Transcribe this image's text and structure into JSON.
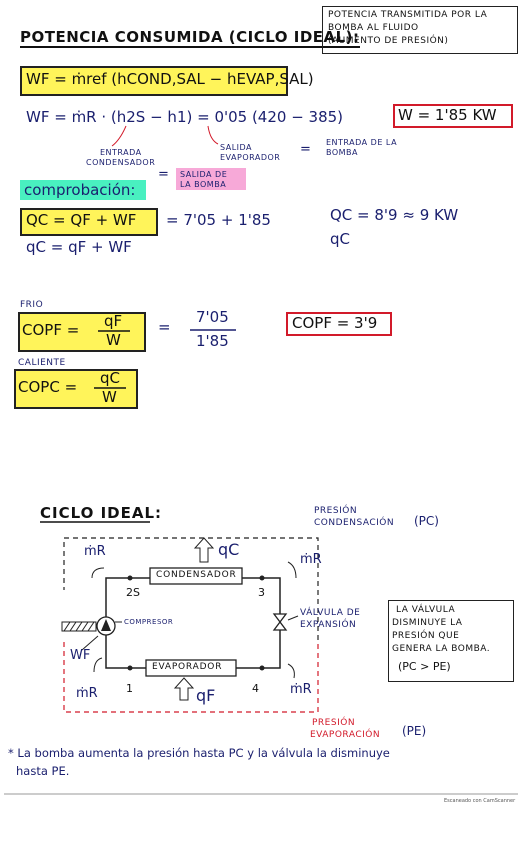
{
  "header": {
    "title": "POTENCIA CONSUMIDA (CICLO IDEAL):",
    "note_line1": "POTENCIA TRANSMITIDA POR LA",
    "note_line2": "BOMBA AL FLUIDO",
    "note_line3": "(AUMENTO DE PRESIÓN)"
  },
  "formula1": {
    "lhs": "WF = ṁref (hCOND,SAL − hEVAP,SAL)",
    "calc": "WF = ṁR · (h2S − h1) = 0'05 (420 − 385)",
    "result": "W = 1'85 KW"
  },
  "annotations": {
    "entrada_cond_1": "ENTRADA",
    "entrada_cond_2": "CONDENSADOR",
    "salida_evap_1": "SALIDA",
    "salida_evap_2": "EVAPORADOR",
    "entrada_bomba_1": "ENTRADA DE LA",
    "entrada_bomba_2": "BOMBA",
    "salida_bomba_1": "SALIDA DE",
    "salida_bomba_2": "LA BOMBA",
    "eq1": "=",
    "eq2": "="
  },
  "comprobacion": {
    "label": "comprobación:",
    "eq1": "QC = QF + WF",
    "eq1_calc": "= 7'05 + 1'85",
    "eq1_result": "QC = 8'9 ≈ 9 KW",
    "eq2": "qC = qF + WF",
    "qc_small": "qC"
  },
  "cop_frio": {
    "label": "FRIO",
    "lhs": "COPF =",
    "num": "qF",
    "den": "W",
    "eq": "=",
    "calc_num": "7'05",
    "calc_den": "1'85",
    "result": "COPF = 3'9"
  },
  "cop_caliente": {
    "label": "CALIENTE",
    "lhs": "COPC =",
    "num": "qC",
    "den": "W"
  },
  "ciclo": {
    "title": "CICLO IDEAL:",
    "presion_cond_1": "PRESIÓN",
    "presion_cond_2": "CONDENSACIÓN",
    "pc": "(PC)",
    "condensador": "CONDENSADOR",
    "evaporador": "EVAPORADOR",
    "compresor": "COMPRESOR",
    "valvula_1": "VÁLVULA DE",
    "valvula_2": "EXPANSIÓN",
    "qc": "qC",
    "qf": "qF",
    "mr": "ṁR",
    "wf": "WF",
    "p1": "1",
    "p2s": "2S",
    "p3": "3",
    "p4": "4",
    "presion_evap_1": "PRESIÓN",
    "presion_evap_2": "EVAPORACIÓN",
    "pe": "(PE)"
  },
  "valve_note": {
    "line1": "LA VÁLVULA",
    "line2": "DISMINUYE LA",
    "line3": "PRESIÓN QUE",
    "line4": "GENERA LA BOMBA.",
    "line5": "(PC > PE)"
  },
  "footnote": {
    "line1": "* La bomba aumenta la presión hasta PC y la válvula la disminuye",
    "line2": "hasta PE."
  },
  "footer_mark": "Escaneado con CamScanner",
  "colors": {
    "ink": "#1a1f6e",
    "highlight_yellow": "#fff45a",
    "highlight_green": "#49f0c0",
    "highlight_pink": "#f7a9d8",
    "result_red": "#d21a2a"
  }
}
